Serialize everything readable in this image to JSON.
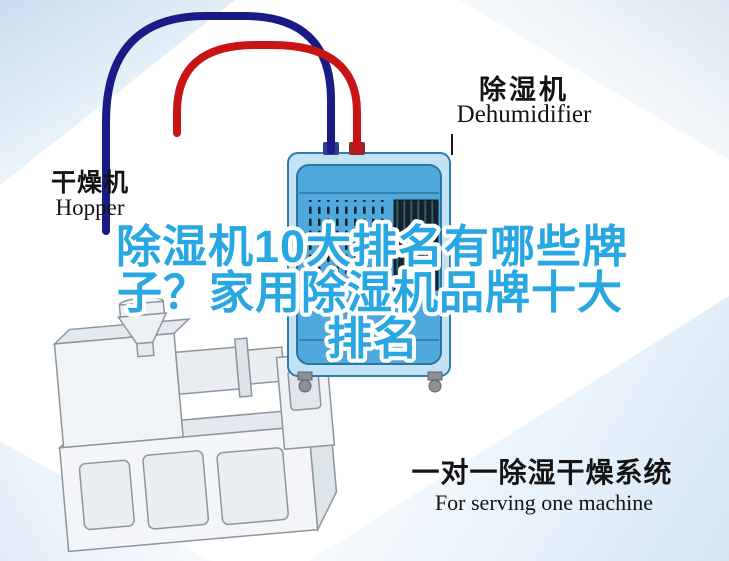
{
  "labels": {
    "dehumidifier": {
      "cn": "除湿机",
      "en": "Dehumidifier"
    },
    "hopper": {
      "cn": "干燥机",
      "en": "Hopper"
    }
  },
  "title": {
    "lines": [
      "除湿机10大排名有哪些牌",
      "子？家用除湿机品牌十大",
      "排名"
    ],
    "color": "#29a7e2",
    "outline": "#ffffff"
  },
  "caption": {
    "cn": "一对一除湿干燥系统",
    "en": "For serving one machine"
  },
  "colors": {
    "pipe_red": "#c81414",
    "pipe_blue": "#1b1b85",
    "cabinet": "#4fa9dc",
    "cabinet_light": "#c3e2f4"
  }
}
